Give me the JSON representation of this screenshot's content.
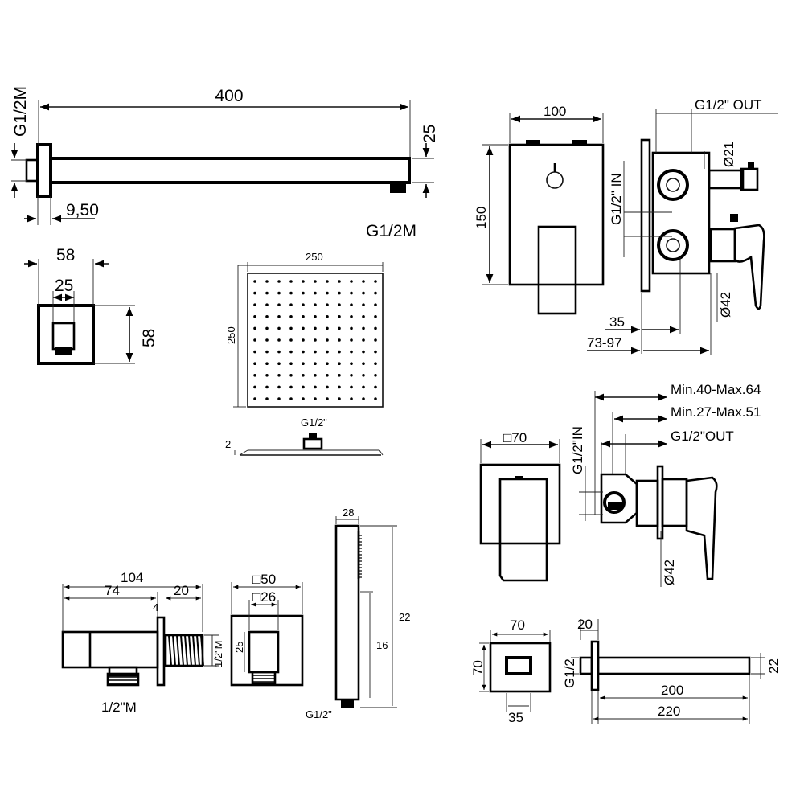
{
  "shower_arm": {
    "length": "400",
    "thread_wall": "G1/2M",
    "height": "25",
    "flange_offset": "9,50",
    "thread_outlet": "G1/2M"
  },
  "wall_outlet_small": {
    "width_outer": "58",
    "width_inner": "25",
    "height": "58"
  },
  "shower_head": {
    "width": "250",
    "depth": "250",
    "connection": "G1/2\"",
    "thickness": "2"
  },
  "mixer_3way": {
    "width": "100",
    "height": "150",
    "outlet": "G1/2\" OUT",
    "inlet": "G1/2\" IN",
    "port_dia": "Ø21",
    "body_dia": "Ø42",
    "depth_min": "35",
    "depth_range": "73-97"
  },
  "mixer_2way": {
    "plate": "□70",
    "inlet": "G1/2\"IN",
    "range_1": "Min.40-Max.64",
    "range_2": "Min.27-Max.51",
    "outlet": "G1/2\"OUT",
    "body_dia": "Ø42"
  },
  "wall_elbow": {
    "total": "104",
    "body": "74",
    "thread_len": "20",
    "flange": "4",
    "thread_side": "1/2\"M",
    "thread_bottom": "1/2\"M"
  },
  "hose_holder": {
    "plate": "□50",
    "inner": "□26",
    "height": "25"
  },
  "hand_shower": {
    "width": "28",
    "length": "22",
    "handle": "16",
    "connection": "G1/2\""
  },
  "spout": {
    "plate_w": "70",
    "plate_h": "70",
    "flange": "20",
    "thread": "G1/2",
    "height": "22",
    "projection": "200",
    "total": "220",
    "insert": "35"
  }
}
